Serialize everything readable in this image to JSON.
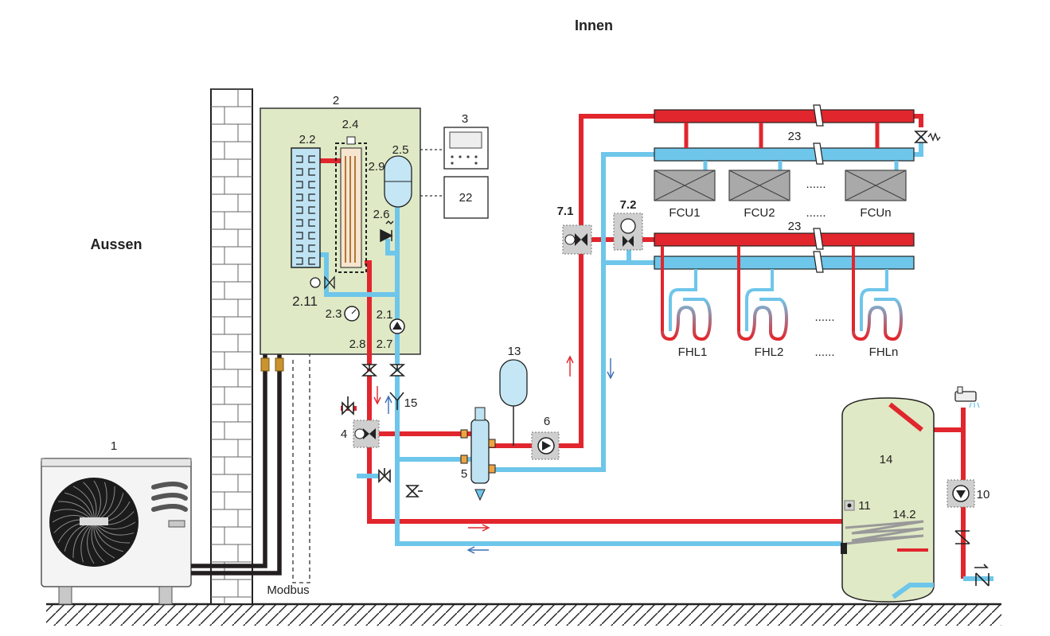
{
  "headings": {
    "inside": "Innen",
    "outside": "Aussen"
  },
  "bus_label": "Modbus",
  "colors": {
    "hot": "#e1262d",
    "cold": "#6ec6ea",
    "module": "#dfe9c5",
    "tank": "#dfe9c5",
    "exchanger": "#bfe3f3",
    "pipe_black": "#231f20"
  },
  "labels": {
    "n1": "1",
    "n2": "2",
    "n2_1": "2.1",
    "n2_2": "2.2",
    "n2_3": "2.3",
    "n2_4": "2.4",
    "n2_5": "2.5",
    "n2_6": "2.6",
    "n2_7": "2.7",
    "n2_8": "2.8",
    "n2_9": "2.9",
    "n2_11": "2.11",
    "n3": "3",
    "n4": "4",
    "n5": "5",
    "n6": "6",
    "n7_1": "7.1",
    "n7_2": "7.2",
    "n10": "10",
    "n11": "11",
    "n13": "13",
    "n14": "14",
    "n14_2": "14.2",
    "n15": "15",
    "n22": "22",
    "n23a": "23",
    "n23b": "23"
  },
  "fan_coils": [
    "FCU1",
    "FCU2",
    "FCUn"
  ],
  "floor_loops": [
    "FHL1",
    "FHL2",
    "FHLn"
  ],
  "ellipsis": "......",
  "icons": [
    "outdoor-unit-icon",
    "plate-heat-exchanger-icon",
    "backup-heater-icon",
    "expansion-vessel-icon",
    "pressure-relief-valve-icon",
    "manometer-icon",
    "pump-icon",
    "ball-valve-icon",
    "three-way-motor-valve-icon",
    "hydraulic-separator-icon",
    "fan-coil-icon",
    "underfloor-loop-icon",
    "hot-water-tank-icon",
    "tap-icon",
    "check-valve-icon",
    "controller-icon"
  ]
}
